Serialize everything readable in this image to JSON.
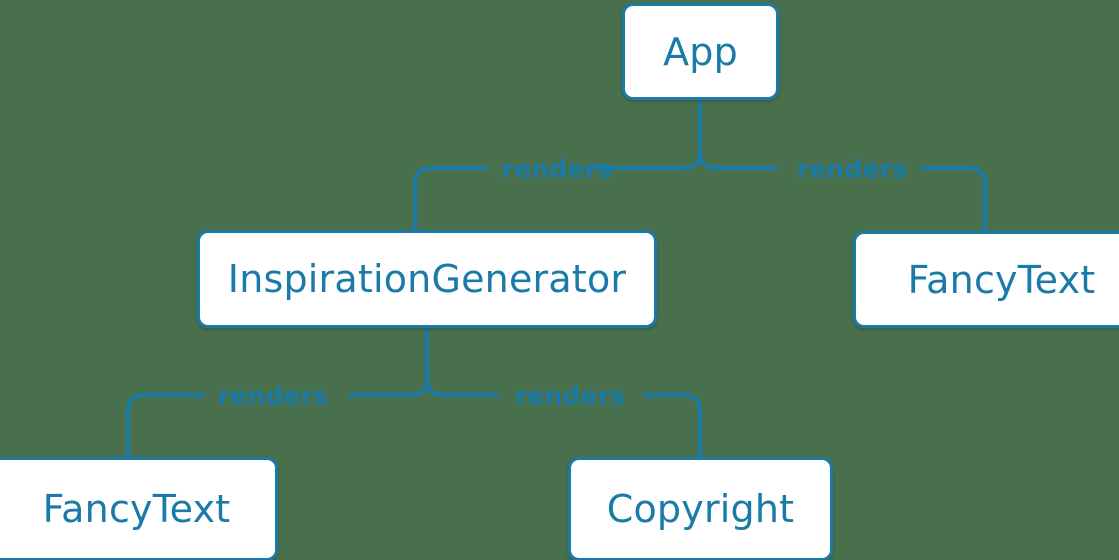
{
  "diagram": {
    "type": "component-tree",
    "background_color": "#49704d",
    "accent_color": "#1a7aa8",
    "node_fill_color": "#ffffff",
    "nodes": [
      {
        "id": "app",
        "label": "App",
        "font_size": 38
      },
      {
        "id": "inspiration-generator",
        "label": "InspirationGenerator",
        "font_size": 38
      },
      {
        "id": "fancy-text-right",
        "label": "FancyText",
        "font_size": 38
      },
      {
        "id": "fancy-text-bottom",
        "label": "FancyText",
        "font_size": 38
      },
      {
        "id": "copyright",
        "label": "Copyright",
        "font_size": 38
      }
    ],
    "edges": [
      {
        "id": "app-to-inspiration-generator",
        "from": "app",
        "to": "inspiration-generator",
        "label": "renders"
      },
      {
        "id": "app-to-fancy-text-right",
        "from": "app",
        "to": "fancy-text-right",
        "label": "renders"
      },
      {
        "id": "inspiration-generator-to-fancy-text",
        "from": "inspiration-generator",
        "to": "fancy-text-bottom",
        "label": "renders"
      },
      {
        "id": "inspiration-generator-to-copyright",
        "from": "inspiration-generator",
        "to": "copyright",
        "label": "renders"
      }
    ],
    "edge_labels": {
      "top_left": "renders",
      "top_right": "renders",
      "bottom_left": "renders",
      "bottom_right": "renders"
    }
  }
}
